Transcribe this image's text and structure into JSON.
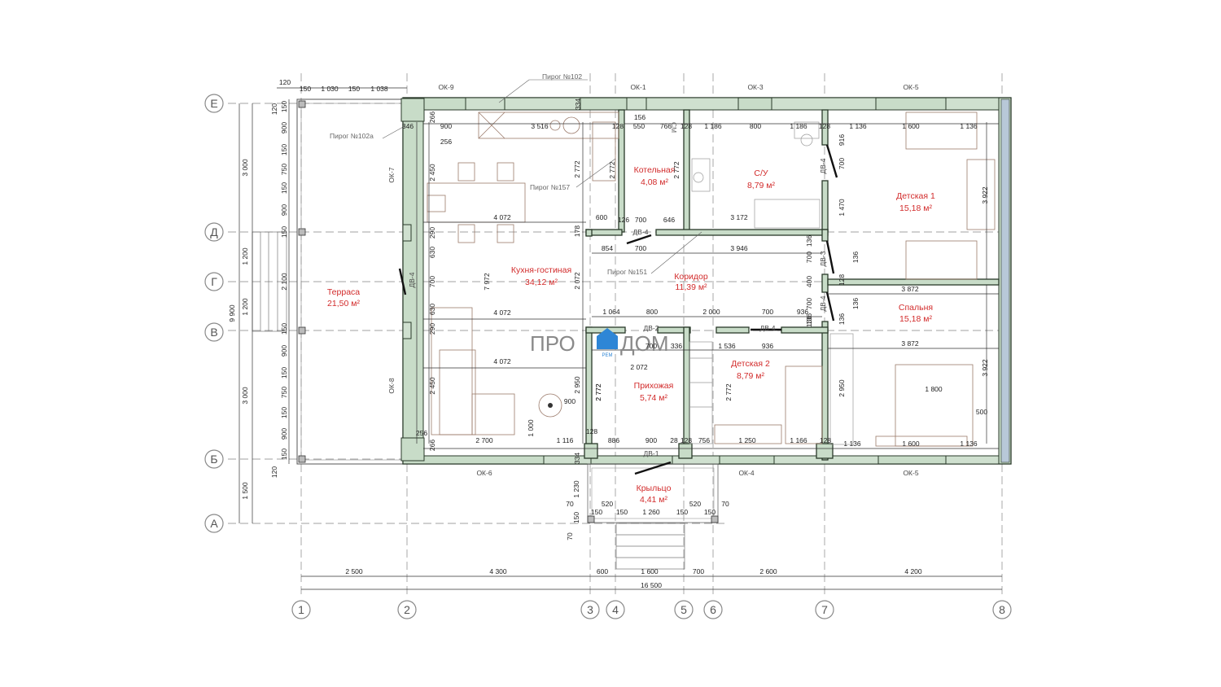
{
  "axes": {
    "vertical": [
      "1",
      "2",
      "3",
      "4",
      "5",
      "6",
      "7",
      "8"
    ],
    "horizontal": [
      "Е",
      "Д",
      "Г",
      "В",
      "Б",
      "А"
    ]
  },
  "rooms": [
    {
      "name": "Терраса",
      "area": "21,50 м²"
    },
    {
      "name": "Кухня-гостиная",
      "area": "34,12 м²"
    },
    {
      "name": "Котельная",
      "area": "4,08 м²"
    },
    {
      "name": "С/У",
      "area": "8,79 м²"
    },
    {
      "name": "Детская 1",
      "area": "15,18 м²"
    },
    {
      "name": "Коридор",
      "area": "11,39 м²"
    },
    {
      "name": "Спальня",
      "area": "15,18 м²"
    },
    {
      "name": "Детская 2",
      "area": "8,79 м²"
    },
    {
      "name": "Прихожая",
      "area": "5,74 м²"
    },
    {
      "name": "Крыльцо",
      "area": "4,41 м²"
    }
  ],
  "windows": [
    "ОК-9",
    "ОК-1",
    "ОК-3",
    "ОК-5",
    "ОК-7",
    "ОК-8",
    "ОК-6",
    "ОК-4",
    "ОК-5"
  ],
  "doors": [
    "ДВ-4",
    "ДВ-4",
    "ДВ-2",
    "ДВ-4",
    "ДВ-4",
    "ДВ-3",
    "ДВ-4",
    "ДВ-1"
  ],
  "notes": [
    "Пирог №102",
    "Пирог №102а",
    "Пирог №157",
    "Пирог №151",
    "СМ"
  ],
  "logo": {
    "left": "ПРО",
    "right": "ДОМ",
    "sub": "РЕМ"
  },
  "bottom_dims": [
    "2 500",
    "4 300",
    "600",
    "1 600",
    "700",
    "2 600",
    "4 200"
  ],
  "total_width": "16 500",
  "left_dims": [
    "3 000",
    "1 200",
    "1 200",
    "3 000",
    "1 500"
  ],
  "total_height": "9 900",
  "top_dims": [
    "120",
    "150",
    "1 030",
    "150",
    "1 038"
  ],
  "terrace_side_dims": [
    "120",
    "150",
    "900",
    "150",
    "750",
    "150",
    "900",
    "150",
    "2 100",
    "150",
    "900",
    "150",
    "750",
    "150",
    "900",
    "150",
    "120"
  ],
  "kitchen_dims": [
    "346",
    "900",
    "266",
    "256",
    "2 450",
    "290",
    "630",
    "700",
    "630",
    "290",
    "2 450",
    "256",
    "266",
    "4 072",
    "4 072",
    "4 072",
    "7 972",
    "2 700",
    "1 000",
    "1 116",
    "3 516",
    "334",
    "2 772",
    "600",
    "178",
    "2 072",
    "2 950",
    "900",
    "2 772",
    "128",
    "334"
  ],
  "inner_dims": [
    "156",
    "128",
    "550",
    "766",
    "128",
    "1 186",
    "800",
    "1 186",
    "128",
    "1 136",
    "1 600",
    "1 136",
    "126",
    "700",
    "646",
    "3 172",
    "854",
    "700",
    "3 946",
    "2 772",
    "2 772",
    "916",
    "700",
    "1 470",
    "136",
    "700",
    "136",
    "400",
    "128",
    "700",
    "136",
    "136",
    "1 064",
    "800",
    "2 000",
    "936",
    "136",
    "136",
    "700",
    "936",
    "1 536",
    "700",
    "336",
    "2 072",
    "2 772",
    "2 772",
    "2 950",
    "3 872",
    "3 872",
    "3 922",
    "3 922",
    "1 800",
    "500",
    "886",
    "900",
    "28",
    "128",
    "756",
    "1 250",
    "1 166",
    "128",
    "1 136",
    "1 600",
    "1 136"
  ],
  "porch_dims": [
    "1 230",
    "70",
    "520",
    "150",
    "1 260",
    "150",
    "520",
    "70",
    "150",
    "150",
    "150",
    "70"
  ]
}
